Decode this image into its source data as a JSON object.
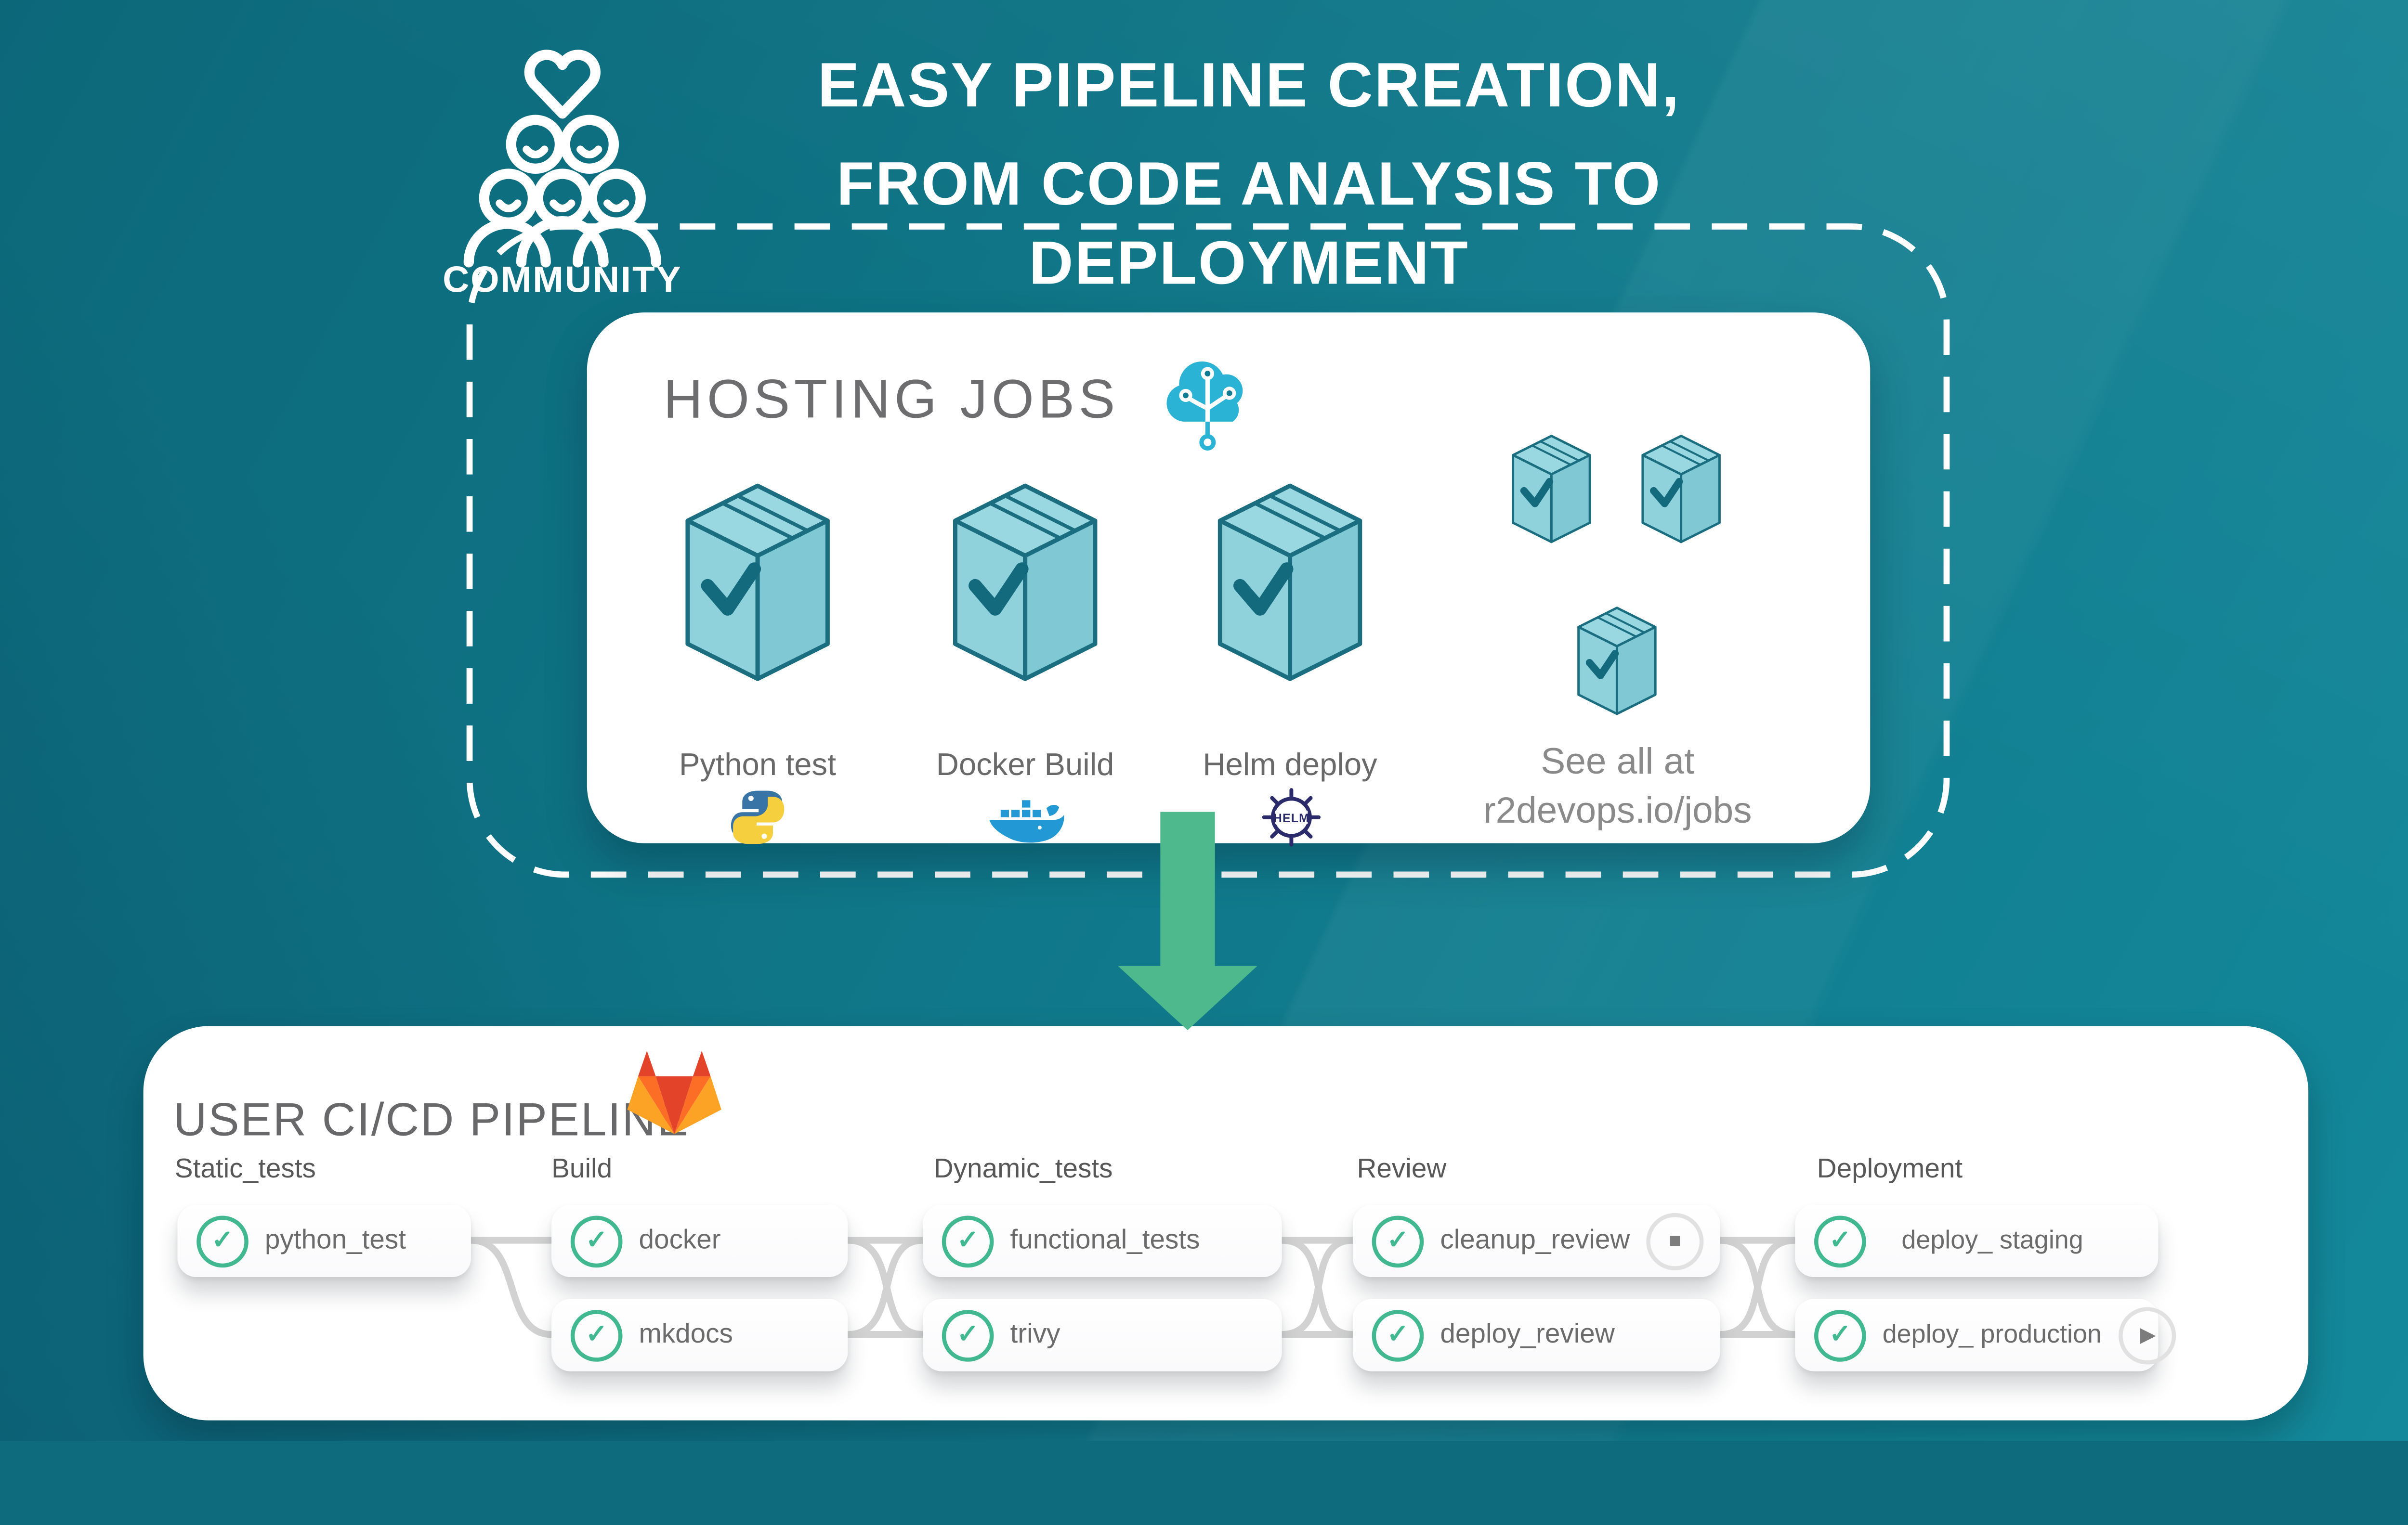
{
  "header": {
    "title_line1": "EASY PIPELINE CREATION,",
    "title_line2": "FROM CODE ANALYSIS TO DEPLOYMENT",
    "community_label": "COMMUNITY"
  },
  "hosting": {
    "title": "HOSTING JOBS",
    "jobs": [
      {
        "label": "Python test",
        "icon": "python-icon"
      },
      {
        "label": "Docker Build",
        "icon": "docker-icon"
      },
      {
        "label": "Helm deploy",
        "icon": "helm-icon"
      }
    ],
    "see_all_line1": "See all at",
    "see_all_line2": "r2devops.io/jobs"
  },
  "pipeline": {
    "title": "USER CI/CD PIPELINE",
    "stages": [
      {
        "name": "Static_tests",
        "jobs": [
          {
            "label": "python_test",
            "status": "passed"
          }
        ]
      },
      {
        "name": "Build",
        "jobs": [
          {
            "label": "docker",
            "status": "passed"
          },
          {
            "label": "mkdocs",
            "status": "passed"
          }
        ]
      },
      {
        "name": "Dynamic_tests",
        "jobs": [
          {
            "label": "functional_tests",
            "status": "passed"
          },
          {
            "label": "trivy",
            "status": "passed"
          }
        ]
      },
      {
        "name": "Review",
        "jobs": [
          {
            "label": "cleanup_review",
            "status": "passed",
            "action": "manual-stop"
          },
          {
            "label": "deploy_review",
            "status": "passed"
          }
        ]
      },
      {
        "name": "Deployment",
        "jobs": [
          {
            "label": "deploy_ staging",
            "status": "passed"
          },
          {
            "label": "deploy_ production",
            "status": "passed",
            "action": "play"
          }
        ]
      }
    ]
  },
  "icons": {
    "check": "✓",
    "manual_stop": "■",
    "play": "▶"
  },
  "colors": {
    "background_teal": "#0f7789",
    "box_fill": "#8fd2dc",
    "box_stroke": "#1b6e80",
    "check_green": "#41b890",
    "arrow_green": "#4db98d",
    "text_gray": "#6b6b6b",
    "heading_gray": "#6d6d70",
    "cloud_blue": "#2bb3d5",
    "helm_navy": "#2b2a6b",
    "docker_blue": "#2298d5",
    "python_blue": "#3974a6",
    "python_yellow": "#f6cf3f",
    "gitlab_red": "#e24329",
    "gitlab_orange": "#fc6d26",
    "gitlab_light_orange": "#fca326",
    "connector_gray": "#d2d2d2"
  }
}
